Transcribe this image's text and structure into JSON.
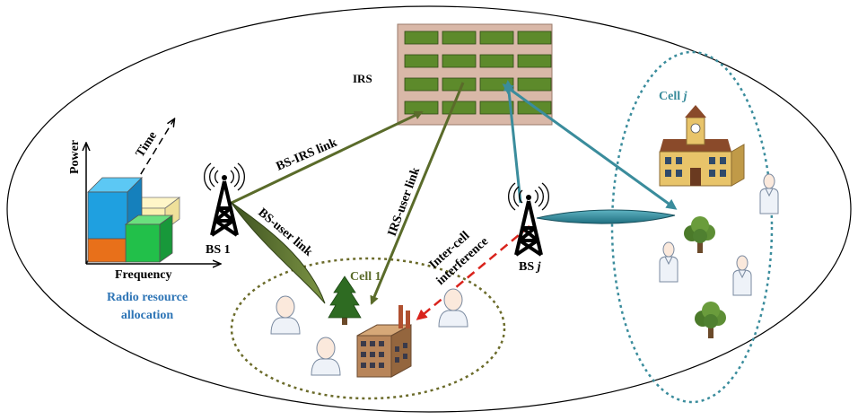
{
  "labels": {
    "irs": "IRS",
    "cell_j_prefix": "Cell ",
    "cell_j_var": "j",
    "cell_1": "Cell 1",
    "bs1": "BS 1",
    "bsj_prefix": "BS ",
    "bsj_var": "j",
    "bs_irs_link": "BS-IRS link",
    "irs_user_link": "IRS-user link",
    "bs_user_link": "BS-user link",
    "inter_cell_line1": "Inter-cell",
    "inter_cell_line2": "interference",
    "axis_power": "Power",
    "axis_time": "Time",
    "axis_frequency": "Frequency",
    "rra_line1": "Radio resource",
    "rra_line2": "allocation"
  },
  "colors": {
    "olive_link": "#5a6b2a",
    "teal_link": "#3a8c9c",
    "cell1_border": "#6b6b2a",
    "cellj_border": "#3a8c9c",
    "cellj_text": "#3a8c9c",
    "cell1_text": "#5a6b2a",
    "rra_text": "#2e75b6",
    "interference": "#d9231c",
    "irs_panel": "#d9b8a8",
    "irs_element": "#5d8a2b",
    "block_blue": "#1fa0e0",
    "block_orange": "#e8701a",
    "block_green": "#22c04a",
    "block_yellow": "#fbf0b0"
  }
}
